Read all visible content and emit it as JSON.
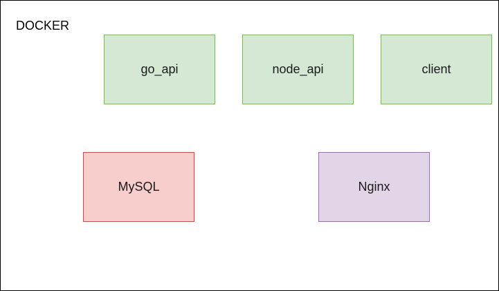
{
  "container": {
    "label": "DOCKER"
  },
  "nodes": {
    "go_api": {
      "label": "go_api",
      "fill": "#d5e8d4",
      "stroke": "#82b366"
    },
    "node_api": {
      "label": "node_api",
      "fill": "#d5e8d4",
      "stroke": "#82b366"
    },
    "client": {
      "label": "client",
      "fill": "#d5e8d4",
      "stroke": "#82b366"
    },
    "mysql": {
      "label": "MySQL",
      "fill": "#f8cecc",
      "stroke": "#b85450"
    },
    "nginx": {
      "label": "Nginx",
      "fill": "#e1d5e7",
      "stroke": "#9673a6"
    }
  }
}
